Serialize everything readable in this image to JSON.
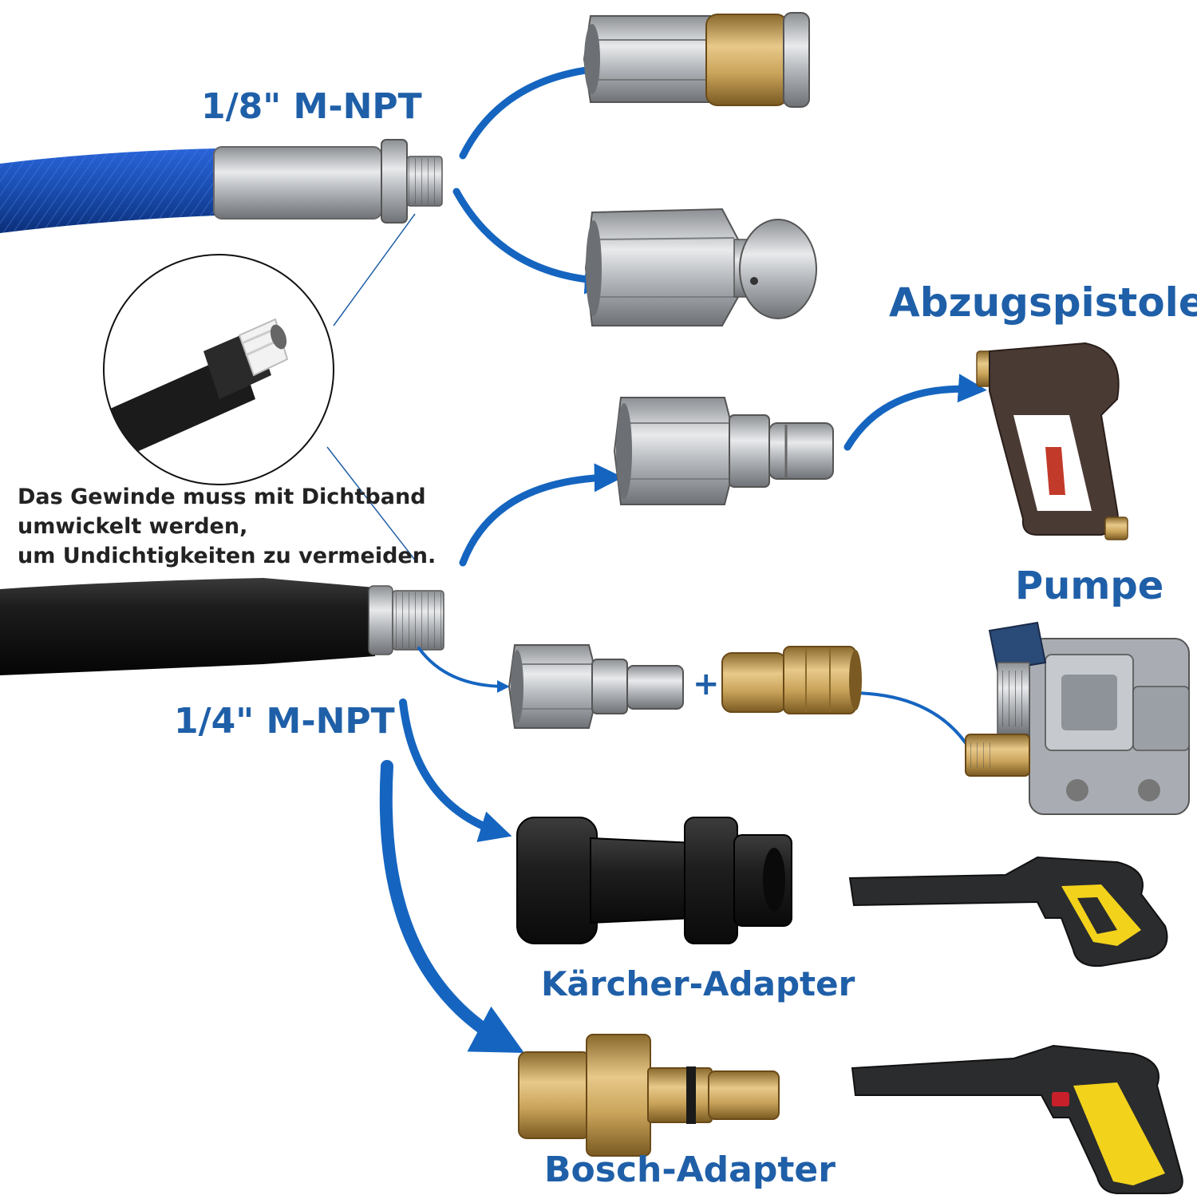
{
  "labels": {
    "npt_1_8": "1/8\" M-NPT",
    "npt_1_4": "1/4\" M-NPT",
    "trigger_gun": "Abzugspistole",
    "pump": "Pumpe",
    "kaercher_adapter": "Kärcher-Adapter",
    "bosch_adapter": "Bosch-Adapter",
    "plus": "+"
  },
  "note": {
    "line1": "Das Gewinde muss mit Dichtband",
    "line2": "umwickelt werden,",
    "line3": "um Undichtigkeiten zu vermeiden."
  },
  "colors": {
    "label_blue": "#1f5fa8",
    "arrow_blue": "#1565c0",
    "blue_hose": "#1a4fb3",
    "black_hose": "#1a1a1a",
    "steel": "#b9bcc0",
    "brass": "#c9a35a",
    "yellow": "#f2d21b",
    "gun_brown": "#4a3a34"
  },
  "icons": [
    "blue-hose",
    "black-hose",
    "rotating-nozzle-icon",
    "ball-nozzle-icon",
    "quick-connect-plug-icon",
    "trigger-gun-icon",
    "pump-icon",
    "brass-coupler-icon",
    "kaercher-adapter-icon",
    "kaercher-gun-icon",
    "bosch-adapter-icon",
    "bosch-gun-icon",
    "magnifier-circle"
  ]
}
